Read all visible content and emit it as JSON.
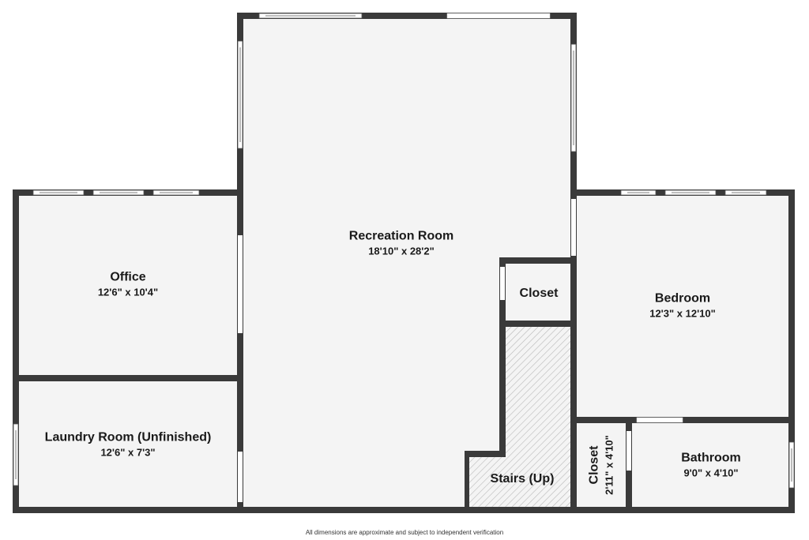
{
  "colors": {
    "wall": "#3a3a3a",
    "floor": "#f4f4f4",
    "background": "#ffffff",
    "window": "#ffffff",
    "hatch": "#b8b8b8"
  },
  "rooms": [
    {
      "id": "recreation",
      "name": "Recreation Room",
      "dimensions": "18'10\" x 28'2\""
    },
    {
      "id": "office",
      "name": "Office",
      "dimensions": "12'6\" x 10'4\""
    },
    {
      "id": "laundry",
      "name": "Laundry Room (Unfinished)",
      "dimensions": "12'6\" x 7'3\""
    },
    {
      "id": "closet_center",
      "name": "Closet",
      "dimensions": ""
    },
    {
      "id": "stairs",
      "name": "Stairs (Up)",
      "dimensions": ""
    },
    {
      "id": "bedroom",
      "name": "Bedroom",
      "dimensions": "12'3\" x 12'10\""
    },
    {
      "id": "closet_small",
      "name": "Closet",
      "dimensions": "2'11\" x 4'10\""
    },
    {
      "id": "bathroom",
      "name": "Bathroom",
      "dimensions": "9'0\" x 4'10\""
    }
  ],
  "footnote": "All dimensions are approximate and subject to independent verification"
}
